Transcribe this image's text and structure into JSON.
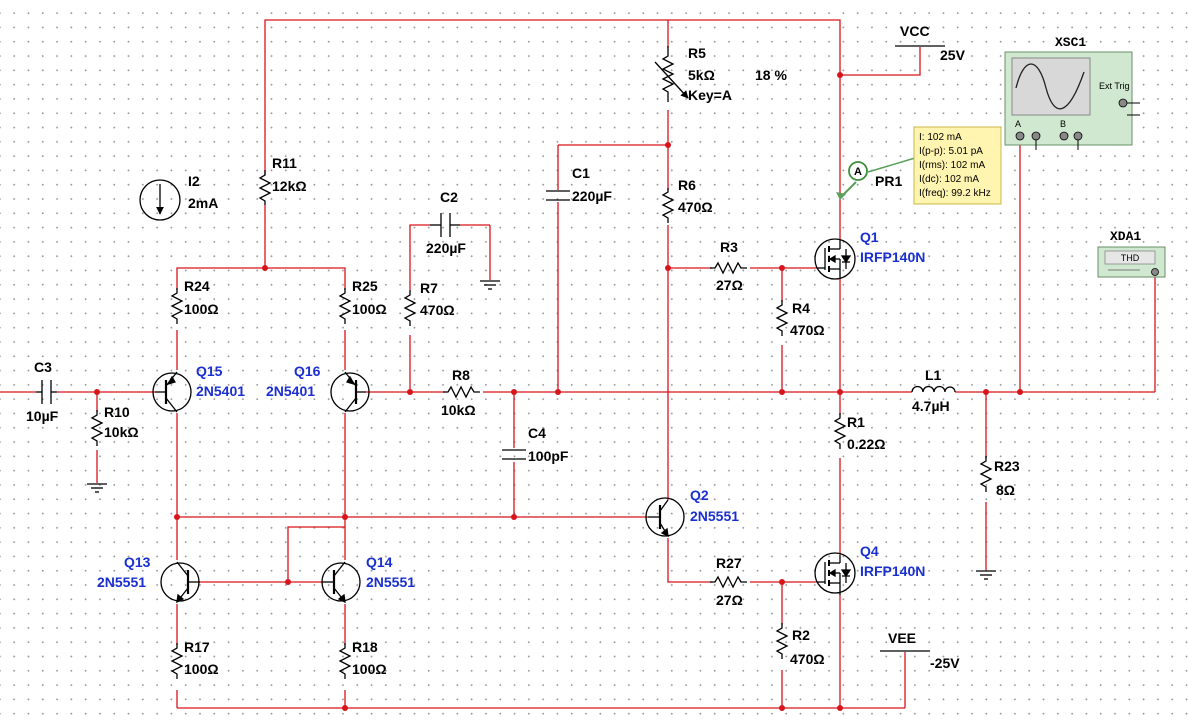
{
  "colors": {
    "wire": "#d8141b",
    "label": "#000000",
    "transistor_label": "#1a2fd1",
    "probe_box": "#fff5b0",
    "instrument": "#cfe8cf"
  },
  "components": {
    "R5": {
      "ref": "R5",
      "value": "5kΩ",
      "key": "Key=A",
      "percent": "18 %"
    },
    "R6": {
      "ref": "R6",
      "value": "470Ω"
    },
    "R3": {
      "ref": "R3",
      "value": "27Ω"
    },
    "R4": {
      "ref": "R4",
      "value": "470Ω"
    },
    "R1": {
      "ref": "R1",
      "value": "0.22Ω"
    },
    "R27": {
      "ref": "R27",
      "value": "27Ω"
    },
    "R2": {
      "ref": "R2",
      "value": "470Ω"
    },
    "R23": {
      "ref": "R23",
      "value": "8Ω"
    },
    "R11": {
      "ref": "R11",
      "value": "12kΩ"
    },
    "R24": {
      "ref": "R24",
      "value": "100Ω"
    },
    "R25": {
      "ref": "R25",
      "value": "100Ω"
    },
    "R7": {
      "ref": "R7",
      "value": "470Ω"
    },
    "R8": {
      "ref": "R8",
      "value": "10kΩ"
    },
    "R10": {
      "ref": "R10",
      "value": "10kΩ"
    },
    "R17": {
      "ref": "R17",
      "value": "100Ω"
    },
    "R18": {
      "ref": "R18",
      "value": "100Ω"
    },
    "C1": {
      "ref": "C1",
      "value": "220µF"
    },
    "C2": {
      "ref": "C2",
      "value": "220µF"
    },
    "C3": {
      "ref": "C3",
      "value": "10µF"
    },
    "C4": {
      "ref": "C4",
      "value": "100pF"
    },
    "L1": {
      "ref": "L1",
      "value": "4.7µH"
    },
    "I2": {
      "ref": "I2",
      "value": "2mA"
    },
    "Q1": {
      "ref": "Q1",
      "model": "IRFP140N"
    },
    "Q4": {
      "ref": "Q4",
      "model": "IRFP140N"
    },
    "Q2": {
      "ref": "Q2",
      "model": "2N5551"
    },
    "Q13": {
      "ref": "Q13",
      "model": "2N5551"
    },
    "Q14": {
      "ref": "Q14",
      "model": "2N5551"
    },
    "Q15": {
      "ref": "Q15",
      "model": "2N5401"
    },
    "Q16": {
      "ref": "Q16",
      "model": "2N5401"
    },
    "VCC": {
      "ref": "VCC",
      "value": "25V"
    },
    "VEE": {
      "ref": "VEE",
      "value": "-25V"
    }
  },
  "probe": {
    "ref": "PR1",
    "marker": "A",
    "readings": [
      "I: 102 mA",
      "I(p-p): 5.01 pA",
      "I(rms): 102 mA",
      "I(dc): 102 mA",
      "I(freq): 99.2 kHz"
    ]
  },
  "instruments": {
    "oscilloscope": {
      "ref": "XSC1",
      "ext_trig": "Ext Trig",
      "channel_a": "A",
      "channel_b": "B"
    },
    "distortion": {
      "ref": "XDA1",
      "display": "THD"
    }
  }
}
